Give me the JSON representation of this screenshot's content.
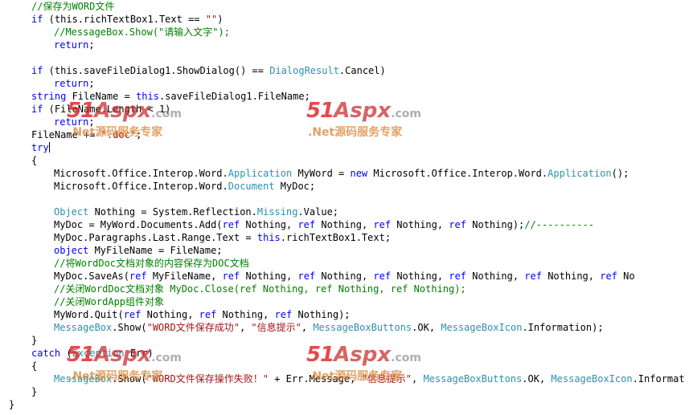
{
  "code_lines": [
    {
      "indent": 1,
      "parts": [
        {
          "c": "cm",
          "t": "//保存为WORD文件"
        }
      ]
    },
    {
      "indent": 1,
      "parts": [
        {
          "c": "kw",
          "t": "if"
        },
        {
          "c": "",
          "t": " (this.richTextBox1.Text == "
        },
        {
          "c": "st",
          "t": "\"\""
        },
        {
          "c": "",
          "t": ")"
        }
      ]
    },
    {
      "indent": 2,
      "parts": [
        {
          "c": "cm",
          "t": "//MessageBox.Show(\"请输入文字\");"
        }
      ]
    },
    {
      "indent": 2,
      "parts": [
        {
          "c": "kw",
          "t": "return"
        },
        {
          "c": "",
          "t": ";"
        }
      ]
    },
    {
      "indent": 0,
      "parts": []
    },
    {
      "indent": 1,
      "parts": [
        {
          "c": "kw",
          "t": "if"
        },
        {
          "c": "",
          "t": " (this.saveFileDialog1.ShowDialog() == "
        },
        {
          "c": "ty",
          "t": "DialogResult"
        },
        {
          "c": "",
          "t": ".Cancel)"
        }
      ]
    },
    {
      "indent": 2,
      "parts": [
        {
          "c": "kw",
          "t": "return"
        },
        {
          "c": "",
          "t": ";"
        }
      ]
    },
    {
      "indent": 1,
      "parts": [
        {
          "c": "kw",
          "t": "string"
        },
        {
          "c": "",
          "t": " FileName = "
        },
        {
          "c": "kw",
          "t": "this"
        },
        {
          "c": "",
          "t": ".saveFileDialog1.FileName;"
        }
      ]
    },
    {
      "indent": 1,
      "parts": [
        {
          "c": "kw",
          "t": "if"
        },
        {
          "c": "",
          "t": " (FileName.Length < 1)"
        }
      ]
    },
    {
      "indent": 2,
      "parts": [
        {
          "c": "kw",
          "t": "return"
        },
        {
          "c": "",
          "t": ";"
        }
      ]
    },
    {
      "indent": 1,
      "parts": [
        {
          "c": "",
          "t": "FileName += "
        },
        {
          "c": "st",
          "t": "\".doc\""
        },
        {
          "c": "",
          "t": ";"
        }
      ]
    },
    {
      "indent": 1,
      "caret": true,
      "parts": [
        {
          "c": "kw",
          "t": "try"
        }
      ]
    },
    {
      "indent": 1,
      "parts": [
        {
          "c": "",
          "t": "{"
        }
      ]
    },
    {
      "indent": 2,
      "parts": [
        {
          "c": "",
          "t": "Microsoft.Office.Interop.Word."
        },
        {
          "c": "ty",
          "t": "Application"
        },
        {
          "c": "",
          "t": " MyWord = "
        },
        {
          "c": "kw",
          "t": "new"
        },
        {
          "c": "",
          "t": " Microsoft.Office.Interop.Word."
        },
        {
          "c": "ty",
          "t": "Application"
        },
        {
          "c": "",
          "t": "();"
        }
      ]
    },
    {
      "indent": 2,
      "parts": [
        {
          "c": "",
          "t": "Microsoft.Office.Interop.Word."
        },
        {
          "c": "ty",
          "t": "Document"
        },
        {
          "c": "",
          "t": " MyDoc;"
        }
      ]
    },
    {
      "indent": 0,
      "parts": []
    },
    {
      "indent": 2,
      "parts": [
        {
          "c": "ty",
          "t": "Object"
        },
        {
          "c": "",
          "t": " Nothing = System.Reflection."
        },
        {
          "c": "ty",
          "t": "Missing"
        },
        {
          "c": "",
          "t": ".Value;"
        }
      ]
    },
    {
      "indent": 2,
      "parts": [
        {
          "c": "",
          "t": "MyDoc = MyWord.Documents.Add("
        },
        {
          "c": "kw",
          "t": "ref"
        },
        {
          "c": "",
          "t": " Nothing, "
        },
        {
          "c": "kw",
          "t": "ref"
        },
        {
          "c": "",
          "t": " Nothing, "
        },
        {
          "c": "kw",
          "t": "ref"
        },
        {
          "c": "",
          "t": " Nothing, "
        },
        {
          "c": "kw",
          "t": "ref"
        },
        {
          "c": "",
          "t": " Nothing);"
        },
        {
          "c": "cm",
          "t": "//----------"
        }
      ]
    },
    {
      "indent": 2,
      "parts": [
        {
          "c": "",
          "t": "MyDoc.Paragraphs.Last.Range.Text = "
        },
        {
          "c": "kw",
          "t": "this"
        },
        {
          "c": "",
          "t": ".richTextBox1.Text;"
        }
      ]
    },
    {
      "indent": 2,
      "parts": [
        {
          "c": "kw",
          "t": "object"
        },
        {
          "c": "",
          "t": " MyFileName = FileName;"
        }
      ]
    },
    {
      "indent": 2,
      "parts": [
        {
          "c": "cm",
          "t": "//将WordDoc文档对象的内容保存为DOC文档"
        }
      ]
    },
    {
      "indent": 2,
      "parts": [
        {
          "c": "",
          "t": "MyDoc.SaveAs("
        },
        {
          "c": "kw",
          "t": "ref"
        },
        {
          "c": "",
          "t": " MyFileName, "
        },
        {
          "c": "kw",
          "t": "ref"
        },
        {
          "c": "",
          "t": " Nothing, "
        },
        {
          "c": "kw",
          "t": "ref"
        },
        {
          "c": "",
          "t": " Nothing, "
        },
        {
          "c": "kw",
          "t": "ref"
        },
        {
          "c": "",
          "t": " Nothing, "
        },
        {
          "c": "kw",
          "t": "ref"
        },
        {
          "c": "",
          "t": " Nothing, "
        },
        {
          "c": "kw",
          "t": "ref"
        },
        {
          "c": "",
          "t": " Nothing, "
        },
        {
          "c": "kw",
          "t": "ref"
        },
        {
          "c": "",
          "t": " No"
        }
      ]
    },
    {
      "indent": 2,
      "parts": [
        {
          "c": "cm",
          "t": "//关闭WordDoc文档对象 MyDoc.Close(ref Nothing, ref Nothing, ref Nothing);"
        }
      ]
    },
    {
      "indent": 2,
      "parts": [
        {
          "c": "cm",
          "t": "//关闭WordApp组件对象"
        }
      ]
    },
    {
      "indent": 2,
      "parts": [
        {
          "c": "",
          "t": "MyWord.Quit("
        },
        {
          "c": "kw",
          "t": "ref"
        },
        {
          "c": "",
          "t": " Nothing, "
        },
        {
          "c": "kw",
          "t": "ref"
        },
        {
          "c": "",
          "t": " Nothing, "
        },
        {
          "c": "kw",
          "t": "ref"
        },
        {
          "c": "",
          "t": " Nothing);"
        }
      ]
    },
    {
      "indent": 2,
      "parts": [
        {
          "c": "ty",
          "t": "MessageBox"
        },
        {
          "c": "",
          "t": ".Show("
        },
        {
          "c": "st",
          "t": "\"WORD文件保存成功\""
        },
        {
          "c": "",
          "t": ", "
        },
        {
          "c": "st",
          "t": "\"信息提示\""
        },
        {
          "c": "",
          "t": ", "
        },
        {
          "c": "ty",
          "t": "MessageBoxButtons"
        },
        {
          "c": "",
          "t": ".OK, "
        },
        {
          "c": "ty",
          "t": "MessageBoxIcon"
        },
        {
          "c": "",
          "t": ".Information);"
        }
      ]
    },
    {
      "indent": 1,
      "parts": [
        {
          "c": "",
          "t": "}"
        }
      ]
    },
    {
      "indent": 1,
      "parts": [
        {
          "c": "kw",
          "t": "catch"
        },
        {
          "c": "",
          "t": " ("
        },
        {
          "c": "ty",
          "t": "Exception"
        },
        {
          "c": "",
          "t": " Err)"
        }
      ]
    },
    {
      "indent": 1,
      "parts": [
        {
          "c": "",
          "t": "{"
        }
      ]
    },
    {
      "indent": 2,
      "parts": [
        {
          "c": "ty",
          "t": "MessageBox"
        },
        {
          "c": "",
          "t": ".Show("
        },
        {
          "c": "st",
          "t": "\"WORD文件保存操作失败！\""
        },
        {
          "c": "",
          "t": " + Err.Message, "
        },
        {
          "c": "st",
          "t": "\"信息提示\""
        },
        {
          "c": "",
          "t": ", "
        },
        {
          "c": "ty",
          "t": "MessageBoxButtons"
        },
        {
          "c": "",
          "t": ".OK, "
        },
        {
          "c": "ty",
          "t": "MessageBoxIcon"
        },
        {
          "c": "",
          "t": ".Informat"
        }
      ]
    },
    {
      "indent": 1,
      "parts": [
        {
          "c": "",
          "t": "}"
        }
      ]
    },
    {
      "indent": 0,
      "parts": [
        {
          "c": "",
          "t": "}"
        }
      ]
    }
  ],
  "watermark": {
    "logo_num": "51",
    "logo_word": "Aspx",
    "logo_suffix": ".com",
    "tagline": ".Net源码服务专家"
  },
  "colors": {
    "keyword": "#0000ff",
    "type": "#2b91af",
    "comment": "#008000",
    "string": "#a31515",
    "text": "#000000",
    "background": "#ffffff"
  }
}
